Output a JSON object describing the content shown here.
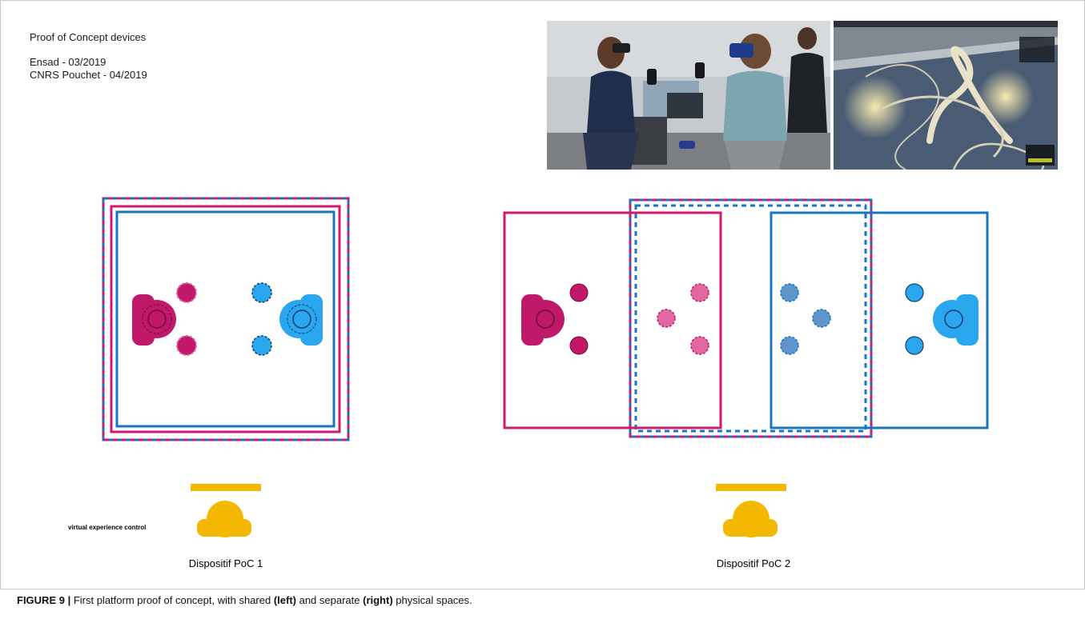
{
  "header": {
    "title": "Proof of Concept devices",
    "line1": "Ensad - 03/2019",
    "line2": "CNRS Pouchet - 04/2019"
  },
  "photos": {
    "left": {
      "icon": "vr-users-photo"
    },
    "right": {
      "icon": "vr-scene-screenshot"
    }
  },
  "diagram": {
    "control_label": "virtual experience control",
    "poc1_label": "Dispositif PoC 1",
    "poc2_label": "Dispositif PoC 2",
    "colors": {
      "magenta": "#d01a6e",
      "magenta_light": "#e0679f",
      "blue": "#1576c4",
      "blue_light": "#5f95c8",
      "cyan": "#2aa6ef",
      "gold": "#f5b800"
    }
  },
  "caption": {
    "figure": "FIGURE 9 |",
    "text_before": " First platform proof of concept, with shared ",
    "left": "(left)",
    "text_middle": " and separate ",
    "right": "(right)",
    "text_after": " physical spaces."
  }
}
